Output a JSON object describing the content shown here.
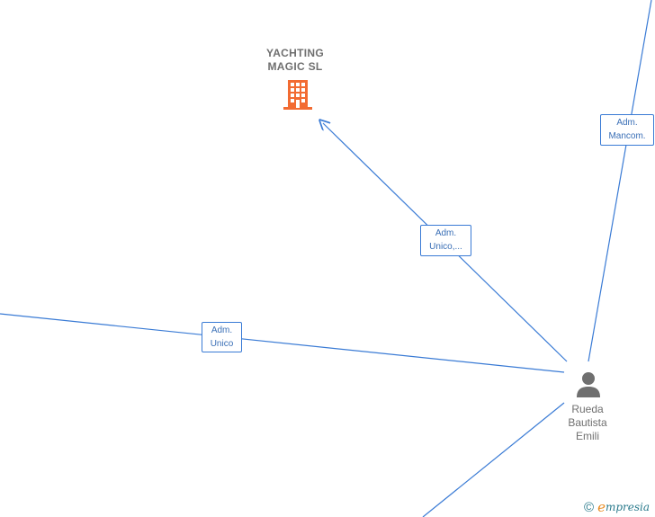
{
  "company": {
    "name_line1": "YACHTING",
    "name_line2": "MAGIC  SL",
    "icon": "building-icon",
    "icon_color": "#f26b32"
  },
  "person": {
    "name_line1": "Rueda",
    "name_line2": "Bautista",
    "name_line3": "Emili",
    "icon": "person-icon",
    "icon_color": "#6f6f6f"
  },
  "edges": {
    "to_company": {
      "line1": "Adm.",
      "line2": "Unico,..."
    },
    "left": {
      "line1": "Adm.",
      "line2": "Unico"
    },
    "top_right": {
      "line1": "Adm.",
      "line2": "Mancom."
    }
  },
  "colors": {
    "edge": "#3a7bd5",
    "label_text": "#3a6fb6",
    "node_text": "#6f6f6f"
  },
  "watermark": {
    "copyright": "©",
    "brand_first": "e",
    "brand_rest": "mpresia"
  }
}
